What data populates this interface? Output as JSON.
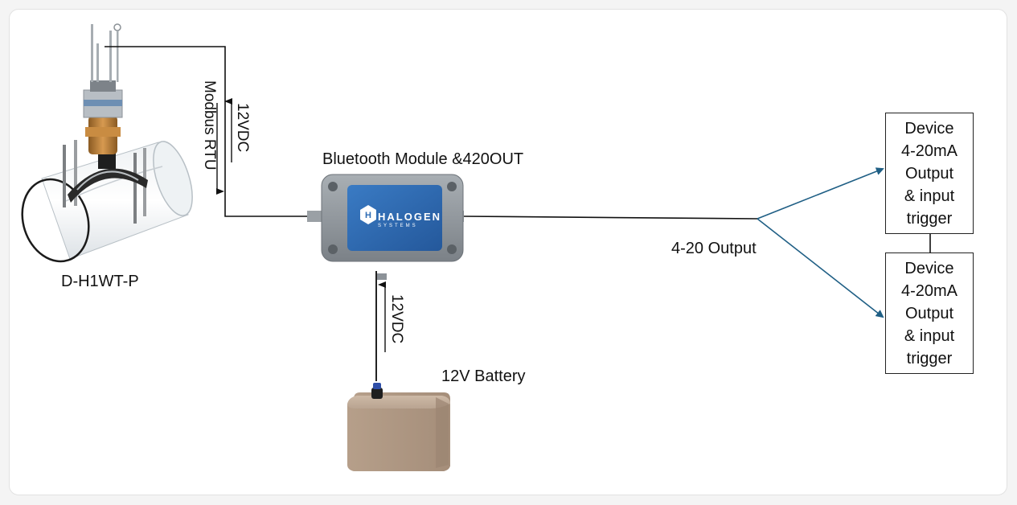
{
  "sensor": {
    "label": "D-H1WT-P",
    "icon": "pipe-sensor-icon"
  },
  "module": {
    "label": "Bluetooth Module &420OUT",
    "brand_logo": "HALOGEN",
    "brand_sub": "SYSTEMS",
    "colors": {
      "housing": "#8f959b",
      "panel": "#2f6db5"
    }
  },
  "links": {
    "sensor_modbus": "Modbus RTU",
    "sensor_power": "12VDC",
    "battery_power": "12VDC",
    "output": "4-20 Output"
  },
  "battery": {
    "label": "12V Battery",
    "icon": "battery-icon"
  },
  "devices": [
    {
      "lines": [
        "Device",
        "4-20mA",
        "Output",
        "& input",
        "trigger"
      ]
    },
    {
      "lines": [
        "Device",
        "4-20mA",
        "Output",
        "& input",
        "trigger"
      ]
    }
  ],
  "colors": {
    "arrow_blue": "#1f5f85",
    "wire": "#111111"
  }
}
